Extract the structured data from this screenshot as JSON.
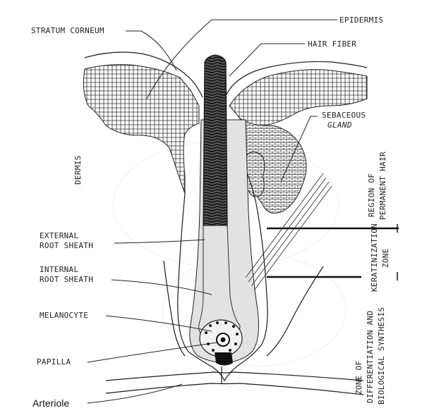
{
  "labels": {
    "stratum_corneum": "STRATUM CORNEUM",
    "epidermis": "EPIDERMIS",
    "hair_fiber": "HAIR FIBER",
    "sebaceous": "SEBACEOUS",
    "gland": "GLAND",
    "dermis": "DERMIS",
    "external_root_sheath_1": "EXTERNAL",
    "external_root_sheath_2": "ROOT SHEATH",
    "internal_root_sheath_1": "INTERNAL",
    "internal_root_sheath_2": "ROOT SHEATH",
    "melanocyte": "MELANOCYTE",
    "papilla": "PAPILLA",
    "arteriole": "Arteriole",
    "region_1": "REGION OF",
    "region_2": "PERMANENT HAIR",
    "keratinization_1": "KERATINIZATION",
    "keratinization_2": "ZONE",
    "zone_1": "ZONE OF",
    "zone_2": "DIFFERENTIATION AND",
    "zone_3": "BIOLOGICAL SYNTHESIS"
  }
}
